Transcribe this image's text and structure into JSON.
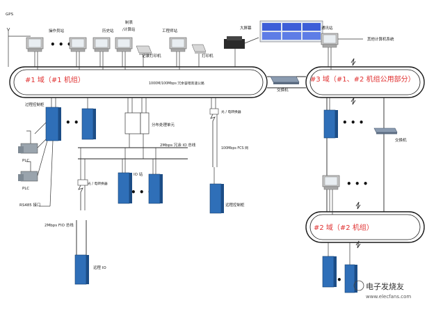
{
  "labels": {
    "gps": "GPS",
    "operator_station": "操作员站",
    "history_station": "历史站",
    "programming_station": "制表\n/计算站",
    "engineer_station": "工程师站",
    "record_printer": "记录打印机",
    "printer": "打印机",
    "large_screen": "大屏幕",
    "comm_station": "通讯站",
    "other_systems": "其他计算机系统",
    "domain1": "#1 域（#1 机组）",
    "domain3": "#3 域（#1、#2 机组公用部分）",
    "domain2": "#2 域（#2 机组）",
    "switch": "交换机",
    "highspeed_bus": "1000M/100Mbps 冗余容错高速公路",
    "process_cabinet": "过程控制柜",
    "plc1": "PLC",
    "plc2": "PLC",
    "rs485": "RS485 接口",
    "dpu": "分布处理单元",
    "io_bus": "2Mbps 冗余 IO 总线",
    "io_station": "IO 站",
    "converter1": "光 / 电转换器",
    "converter2": "光 / 电转换器",
    "fcs_net": "100Mbps FCS 网",
    "fio_bus": "2Mbps FIO 总线",
    "remote_cabinet": "远程控制柜",
    "remote_io": "远程 IO",
    "watermark": "电子发烧友",
    "watermark_url": "www.elecfans.com"
  },
  "colors": {
    "ring_text": "#e03030",
    "cabinet": "#2f6fb8",
    "screen_wall": "#3d5ed8"
  }
}
